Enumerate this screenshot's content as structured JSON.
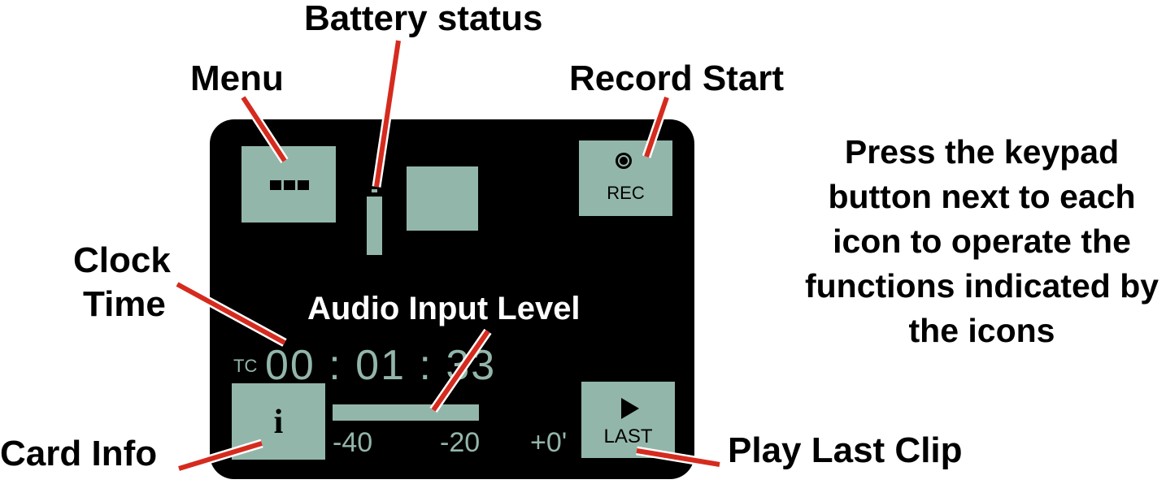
{
  "callouts": {
    "battery_status": "Battery status",
    "menu": "Menu",
    "record_start": "Record Start",
    "clock_time_line1": "Clock",
    "clock_time_line2": "Time",
    "audio_input_level": "Audio Input Level",
    "card_info": "Card Info",
    "play_last_clip": "Play Last Clip"
  },
  "display": {
    "rec_label": "REC",
    "timecode_prefix": "TC",
    "timecode": "00 : 01 : 33",
    "info_icon": "i",
    "last_label": "LAST",
    "scale": [
      "-40",
      "-20",
      "+0'"
    ]
  },
  "instruction": "Press the keypad button next to each icon to operate the functions indicated by the icons",
  "icons": {
    "menu": "menu-dots-icon",
    "record": "record-icon",
    "play": "play-icon",
    "info": "info-icon",
    "battery": "battery-icon"
  },
  "colors": {
    "screen": "#000000",
    "button": "#93b6aa",
    "leader": "#d52b1e"
  }
}
